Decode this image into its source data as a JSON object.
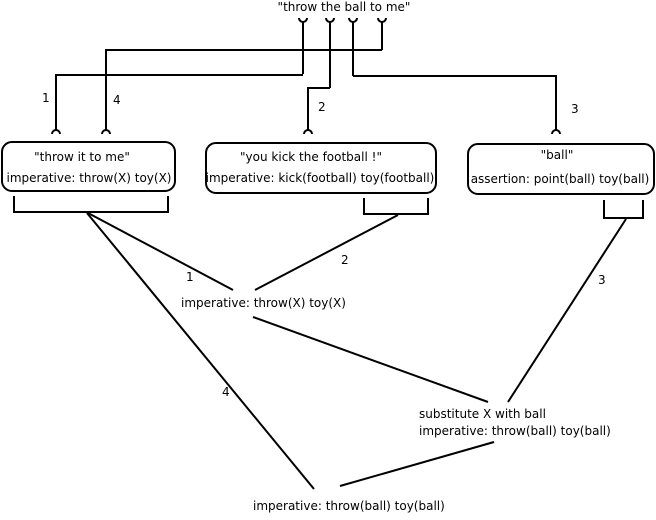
{
  "top_utterance": "\"throw the ball to me\"",
  "boxes": [
    {
      "quote": "\"throw it to me\"",
      "meaning": "imperative: throw(X) toy(X)"
    },
    {
      "quote": "\"you kick the football !\"",
      "meaning": "imperative: kick(football) toy(football)"
    },
    {
      "quote": "\"ball\"",
      "meaning": "assertion: point(ball) toy(ball)"
    }
  ],
  "link_labels": {
    "top_1": "1",
    "top_2": "2",
    "top_3": "3",
    "top_4": "4",
    "low_1": "1",
    "low_2": "2",
    "low_3": "3",
    "low_4": "4"
  },
  "nodes": {
    "merge_12": "imperative: throw(X) toy(X)",
    "substitute_line1": "substitute X with ball",
    "substitute_line2": "imperative: throw(ball) toy(ball)",
    "final": "imperative: throw(ball) toy(ball)"
  }
}
